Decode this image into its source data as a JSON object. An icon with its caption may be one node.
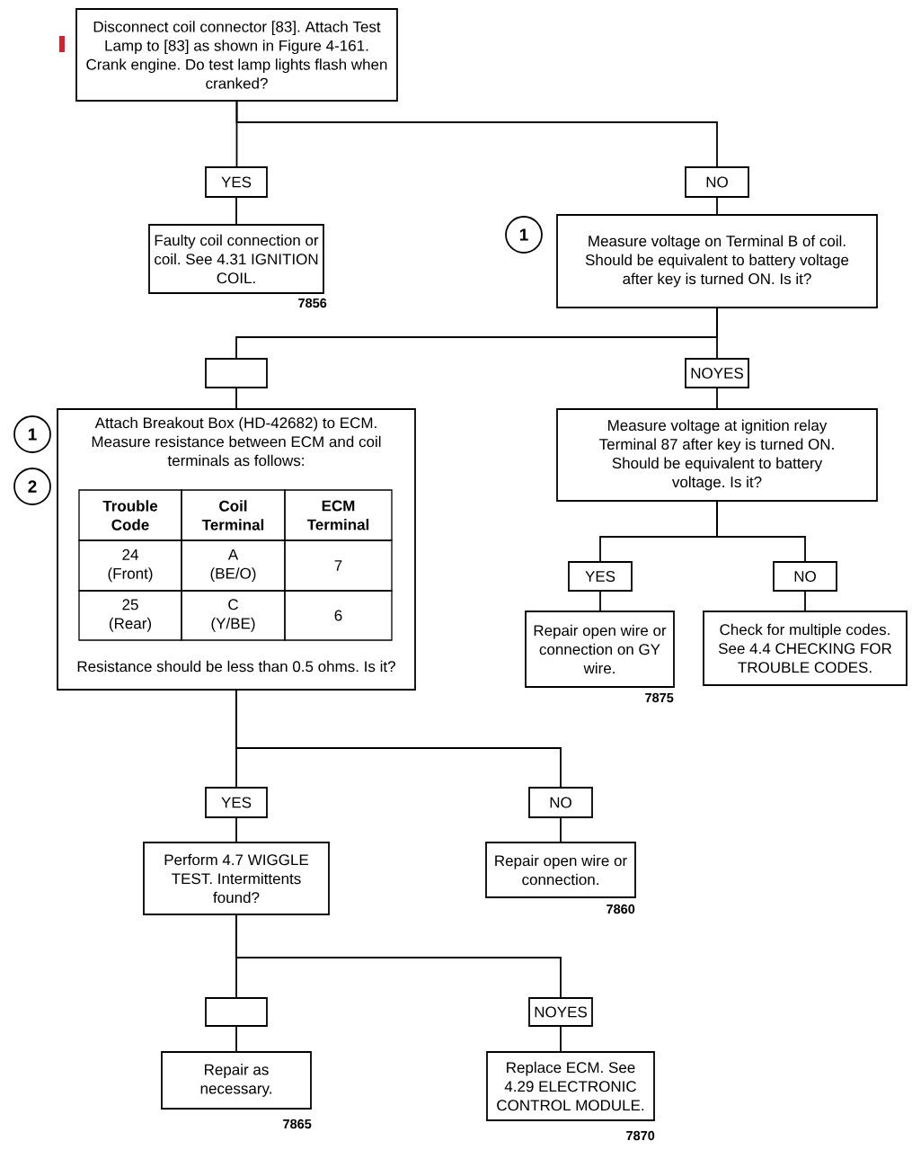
{
  "diagram": {
    "nodes": [
      {
        "text": [
          "Disconnect coil connector [83]. Attach Test Lamp to [83] as shown in Figure 4-161. Crank engine. Do test lamp lights flash when cranked?"
        ]
      },
      {
        "text": [
          "YES"
        ]
      },
      {
        "text": [
          "NO"
        ]
      },
      {
        "text": [
          "Faulty coil connection or coil. See 4.31 IGNITION COIL."
        ],
        "beside": [
          "7856"
        ]
      },
      {
        "text": [
          "1"
        ]
      },
      {
        "text": [
          "Measure voltage on Terminal B of coil. Should be equivalent to battery voltage after key is turned ON. Is it?"
        ]
      },
      {
        "text": [],
        "shape": "box"
      },
      {
        "text": [
          "NOYES"
        ]
      },
      {
        "text": [
          "1"
        ]
      },
      {
        "text": [
          "2"
        ]
      },
      {
        "text": [
          "Attach Breakout Box (HD-42682) to ECM. Measure resistance between ECM and coil terminals as follows:",
          "Resistance should be less than 0.5 ohms. Is it?"
        ]
      },
      {
        "text": [
          "Measure voltage at ignition relay Terminal 87 after key is turned ON. Should be equivalent to battery voltage. Is it?"
        ]
      },
      {
        "text": [
          "YES"
        ]
      },
      {
        "text": [
          "NO"
        ]
      },
      {
        "text": [
          "Repair open wire or connection on GY wire."
        ],
        "beside": [
          "7875"
        ]
      },
      {
        "text": [
          "Check for multiple codes. See 4.4 CHECKING FOR TROUBLE CODES."
        ]
      },
      {
        "text": [
          "YES"
        ]
      },
      {
        "text": [
          "NO"
        ]
      },
      {
        "text": [
          "Perform 4.7 WIGGLE TEST. Intermittents found?"
        ]
      },
      {
        "text": [
          "Repair open wire or connection."
        ],
        "beside": [
          "7860"
        ]
      },
      {
        "text": [],
        "shape": "box"
      },
      {
        "text": [
          "NOYES"
        ]
      },
      {
        "text": [
          "Repair as necessary."
        ],
        "beside": [
          "7865"
        ]
      },
      {
        "text": [
          "Replace ECM. See 4.29 ELECTRONIC CONTROL MODULE."
        ],
        "beside": [
          "7870"
        ]
      }
    ],
    "edges": [
      {
        "from": 0,
        "to": 1,
        "arrow": "none"
      },
      {
        "from": 0,
        "to": 2,
        "arrow": "none"
      },
      {
        "from": 1,
        "to": 3,
        "arrow": "none"
      },
      {
        "from": 2,
        "to": 5,
        "arrow": "none"
      },
      {
        "from": 5,
        "to": 6,
        "arrow": "none"
      },
      {
        "from": 5,
        "to": 7,
        "arrow": "none"
      },
      {
        "from": 6,
        "to": 10,
        "arrow": "none"
      },
      {
        "from": 7,
        "to": 11,
        "arrow": "none"
      },
      {
        "from": 10,
        "to": 16,
        "arrow": "none"
      },
      {
        "from": 10,
        "to": 17,
        "arrow": "none"
      },
      {
        "from": 16,
        "to": 18,
        "arrow": "none"
      },
      {
        "from": 17,
        "to": 19,
        "arrow": "none"
      },
      {
        "from": 11,
        "to": 12,
        "arrow": "none"
      },
      {
        "from": 11,
        "to": 13,
        "arrow": "none"
      },
      {
        "from": 12,
        "to": 14,
        "arrow": "none"
      },
      {
        "from": 13,
        "to": 15,
        "arrow": "none"
      },
      {
        "from": 18,
        "to": 20,
        "arrow": "none"
      },
      {
        "from": 18,
        "to": 21,
        "arrow": "none"
      },
      {
        "from": 20,
        "to": 22,
        "arrow": "none"
      },
      {
        "from": 21,
        "to": 23,
        "arrow": "none"
      }
    ],
    "labels": [
      "Trouble Code",
      "Coil Terminal",
      "ECM Terminal",
      "24 (Front)",
      "A (BE/O)",
      "7",
      "25 (Rear)",
      "C (Y/BE)",
      "6"
    ]
  }
}
